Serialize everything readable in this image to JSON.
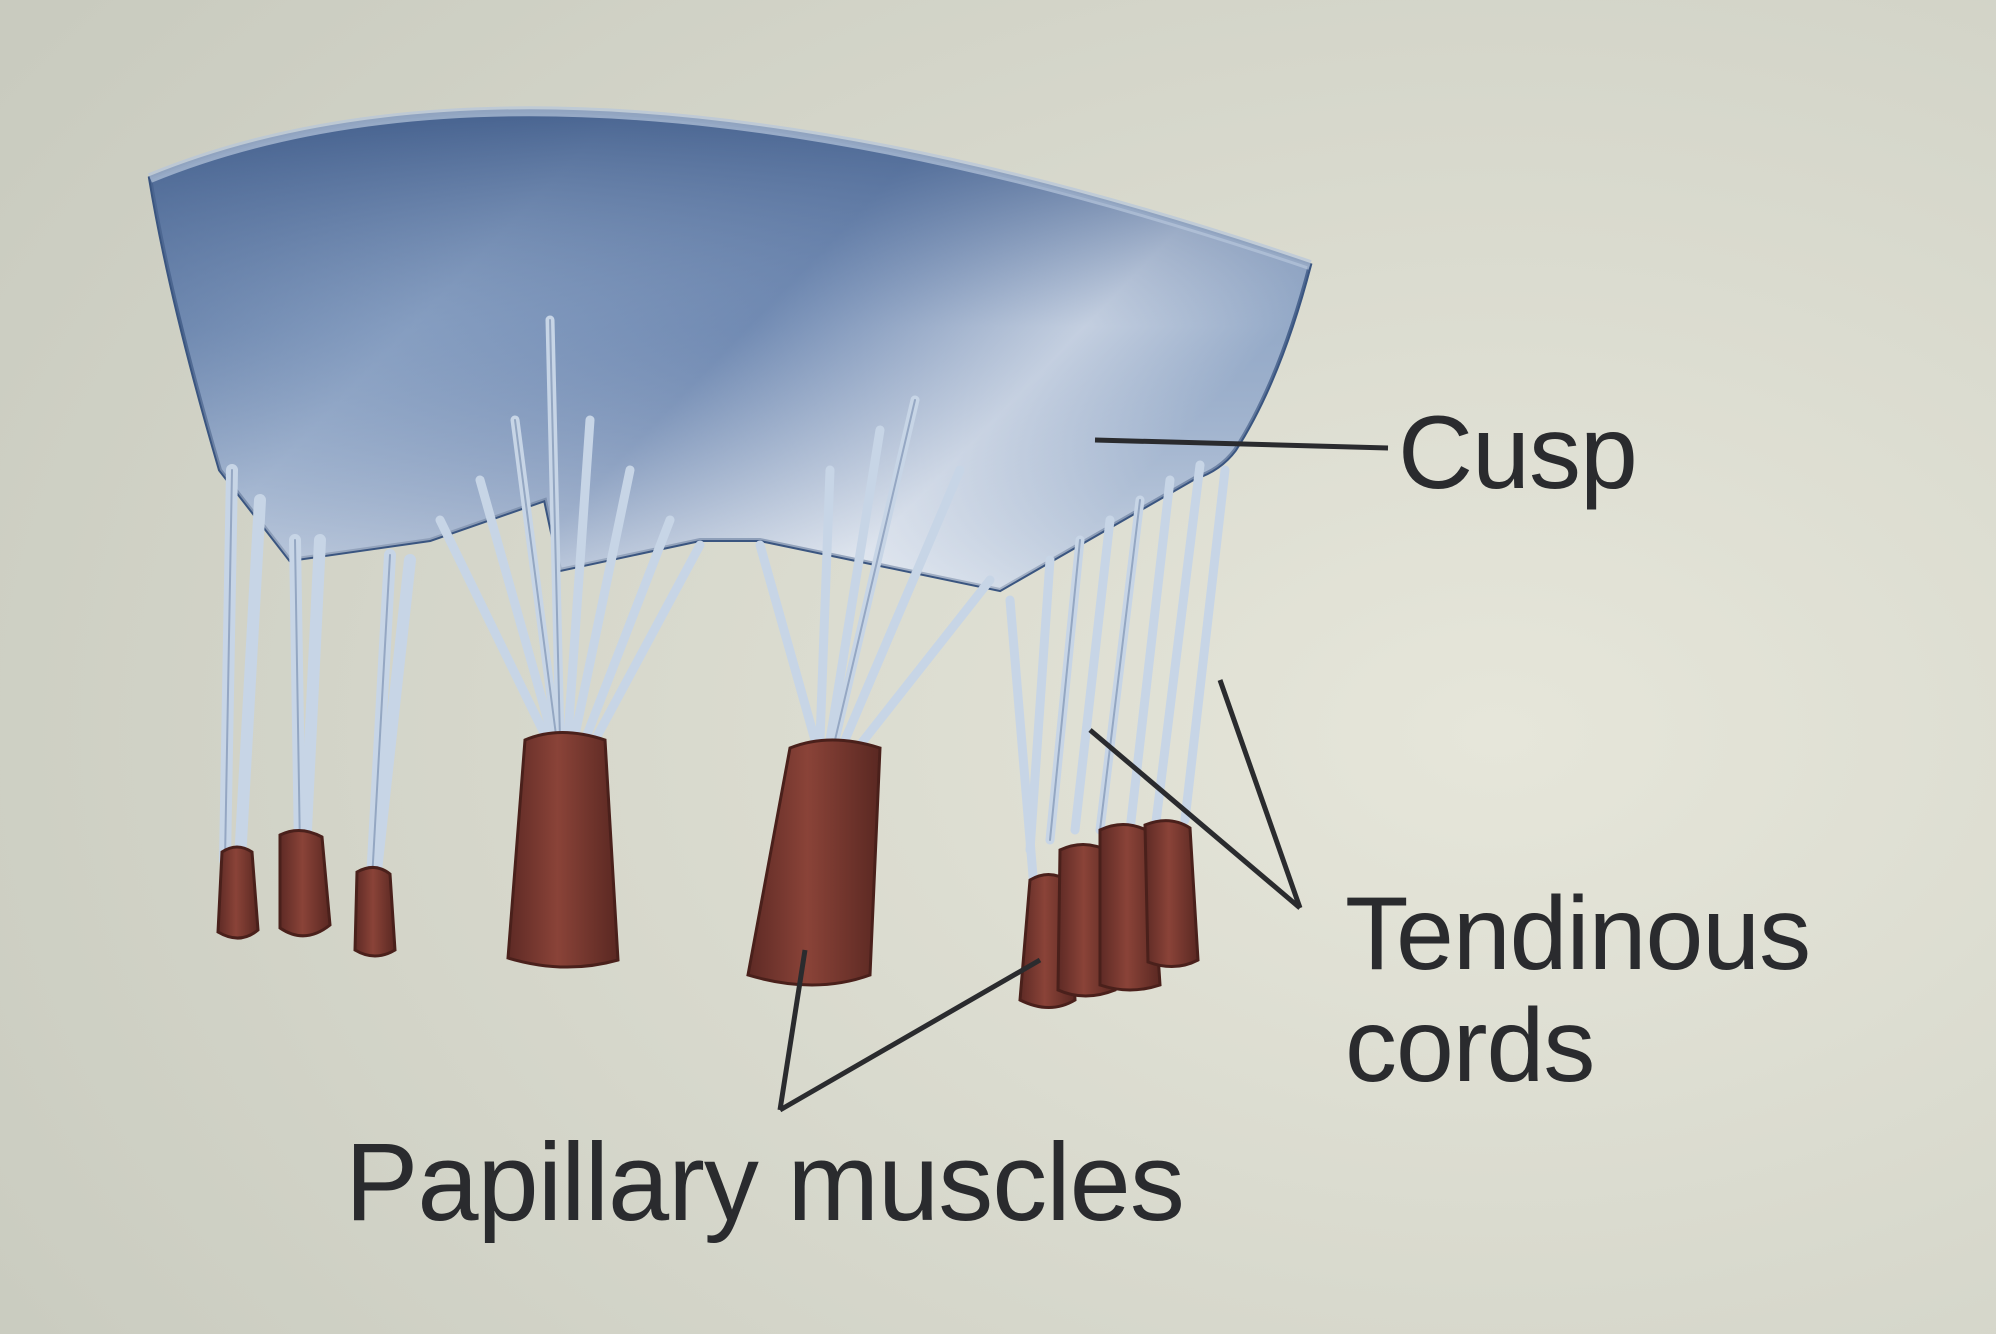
{
  "figure": {
    "labels": {
      "cusp": "Cusp",
      "tendinous_cords": [
        "Tendinous",
        "cords"
      ],
      "papillary_muscles": "Papillary muscles"
    },
    "colors": {
      "background": "#d4d5c9",
      "cusp_dark": "#4f6c99",
      "cusp_light": "#dfe6ef",
      "cords": "#c4d3e4",
      "muscle": "#7a3a32",
      "leader_line": "#2a2b2e"
    }
  }
}
